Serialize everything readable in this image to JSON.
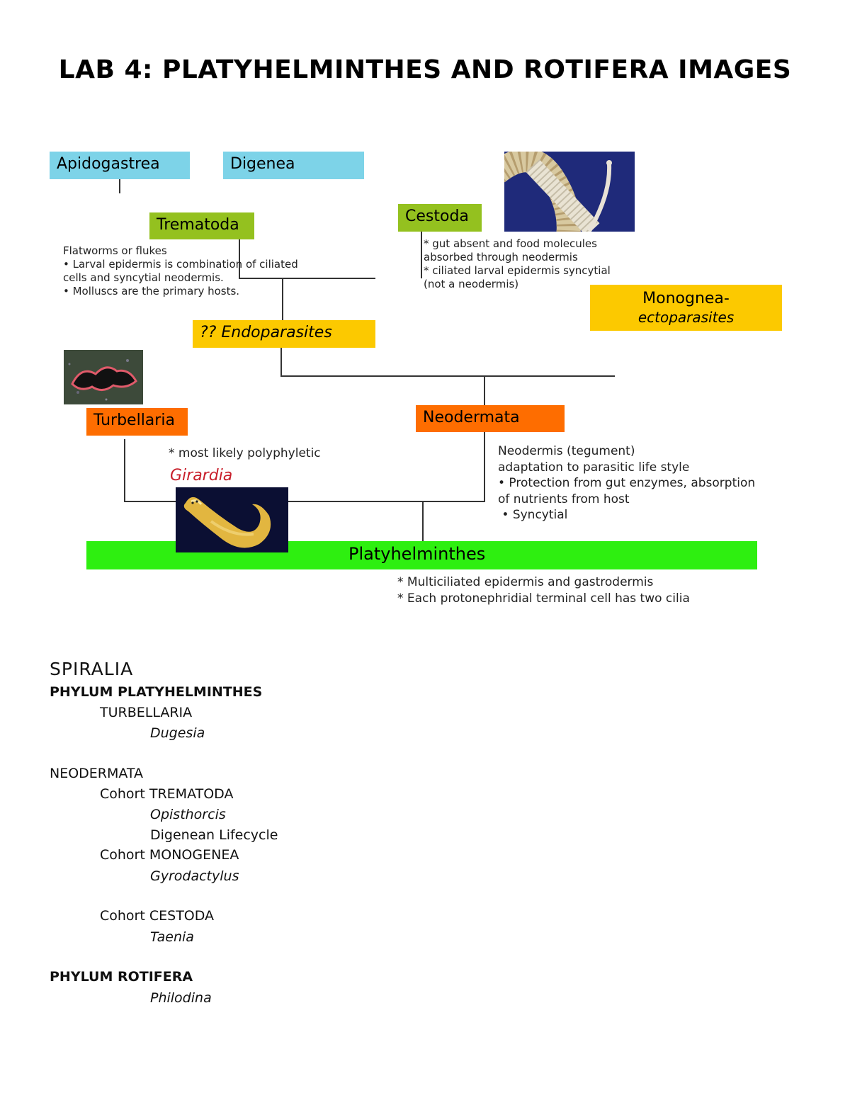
{
  "title": {
    "part1": "LAB 4: ",
    "part2": "PLATYHELMINTHES AND ROTIFERA IMAGES"
  },
  "diagram": {
    "boxes": {
      "apidogastrea": "Apidogastrea",
      "digenea": "Digenea",
      "trematoda": "Trematoda",
      "cestoda": "Cestoda",
      "monognea_line1": "Monognea-",
      "monognea_line2": "ectoparasites",
      "endoparasites": "?? Endoparasites",
      "turbellaria": "Turbellaria",
      "neodermata": "Neodermata",
      "platyhelminthes": "Platyhelminthes"
    },
    "notes": {
      "trematoda": "Flatworms or flukes\n• Larval epidermis is combination of ciliated\ncells and syncytial neodermis.\n• Molluscs are the primary hosts.",
      "cestoda": "* gut absent and food molecules\nabsorbed through neodermis\n* ciliated larval epidermis syncytial\n(not a neodermis)",
      "turbellaria": "* most likely polyphyletic",
      "girardia": "Girardia",
      "neodermata": "Neodermis (tegument)\nadaptation to parasitic life style\n• Protection from gut enzymes, absorption\nof nutrients from host\n • Syncytial",
      "platyhelminthes": "* Multiciliated epidermis and gastrodermis\n* Each protonephridial terminal cell has two cilia"
    },
    "colors": {
      "blue": "#7dd3e8",
      "lime": "#94c11f",
      "gold": "#fcc900",
      "orange": "#fe6d00",
      "green": "#2eef10",
      "girardia_red": "#c8202c"
    }
  },
  "outline": {
    "spiralia": "SPIRALIA",
    "phylum1": "PHYLUM PLATYHELMINTHES",
    "turbellaria": "TURBELLARIA",
    "dugesia": "Dugesia",
    "neodermata": "NEODERMATA",
    "cohort_trematoda": "Cohort TREMATODA",
    "opisthorcis": "Opisthorcis",
    "digenean": "Digenean Lifecycle",
    "cohort_monogenea": "Cohort MONOGENEA",
    "gyrodactylus": "Gyrodactylus",
    "cohort_cestoda": "Cohort CESTODA",
    "taenia": "Taenia",
    "phylum2": "PHYLUM ROTIFERA",
    "philodina": "Philodina"
  }
}
